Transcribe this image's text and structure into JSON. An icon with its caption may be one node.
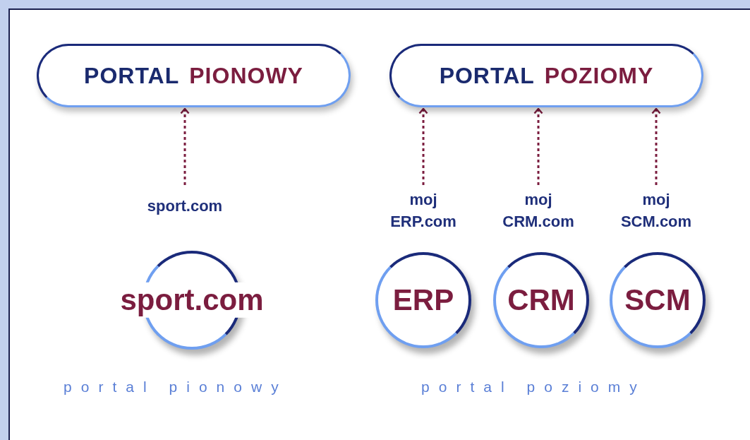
{
  "diagram": {
    "nodes": [
      {
        "text": [
          "PORTAL",
          "PIONOWY"
        ]
      },
      {
        "text": [
          "PORTAL",
          "POZIOMY"
        ]
      },
      {
        "text": [
          "sport.com"
        ]
      },
      {
        "text": [
          "moj ERP.com"
        ]
      },
      {
        "text": [
          "moj CRM.com"
        ]
      },
      {
        "text": [
          "moj SCM.com"
        ]
      },
      {
        "text": [
          "sport.com"
        ]
      },
      {
        "text": [
          "ERP"
        ]
      },
      {
        "text": [
          "CRM"
        ]
      },
      {
        "text": [
          "SCM"
        ]
      }
    ],
    "edges": [
      {
        "from": 2,
        "to": 0,
        "arrow": "to",
        "style": "dashed"
      },
      {
        "from": 3,
        "to": 1,
        "arrow": "to",
        "style": "dashed"
      },
      {
        "from": 4,
        "to": 1,
        "arrow": "to",
        "style": "dashed"
      },
      {
        "from": 5,
        "to": 1,
        "arrow": "to",
        "style": "dashed"
      }
    ],
    "labels": [
      "portal pionowy",
      "portal poziomy"
    ]
  }
}
